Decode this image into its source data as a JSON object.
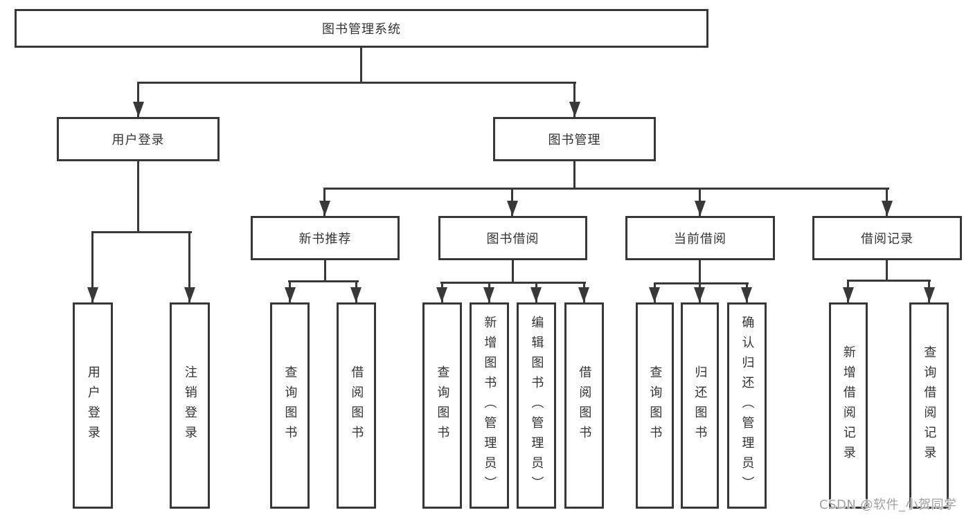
{
  "diagram": {
    "root": {
      "label": "图书管理系统"
    },
    "level2": [
      {
        "label": "用户登录"
      },
      {
        "label": "图书管理"
      }
    ],
    "level3": [
      {
        "label": "新书推荐"
      },
      {
        "label": "图书借阅"
      },
      {
        "label": "当前借阅"
      },
      {
        "label": "借阅记录"
      }
    ],
    "leaves": {
      "user_login": [
        "用户登录",
        "注销登录"
      ],
      "new_book_rec": [
        "查询图书",
        "借阅图书"
      ],
      "book_borrow": [
        "查询图书",
        "新增图书（管理员）",
        "编辑图书（管理员）",
        "借阅图书"
      ],
      "current_borrow": [
        "查询图书",
        "归还图书",
        "确认归还（管理员）"
      ],
      "borrow_records": [
        "新增借阅记录",
        "查询借阅记录"
      ]
    }
  },
  "watermark": {
    "text": "CSDN @软件_小贺同学"
  },
  "colors": {
    "line": "#383838",
    "text": "#333333",
    "background": "#ffffff",
    "watermark": "#a3a0a0"
  }
}
